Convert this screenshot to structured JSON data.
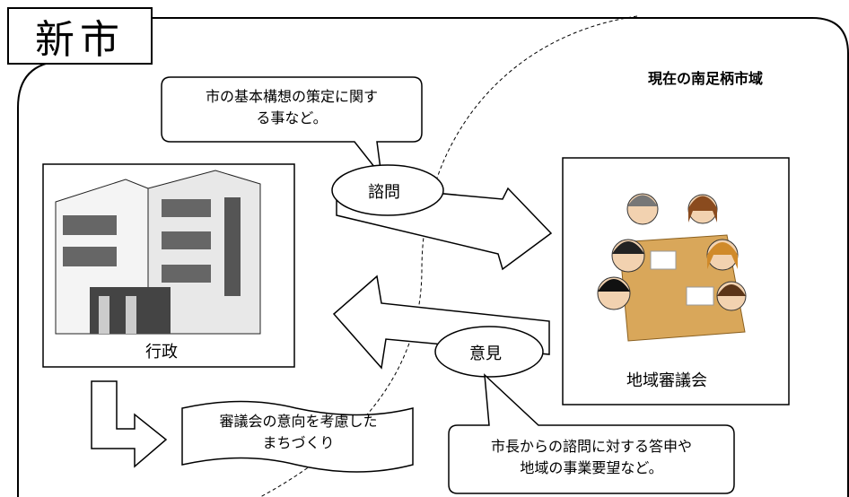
{
  "title": "新市",
  "region_label": "現在の南足柄市域",
  "consult_bubble": {
    "line1": "市の基本構想の策定に関す",
    "line2": "る事など。"
  },
  "consult_label": "諮問",
  "opinion_label": "意見",
  "gov_label": "行政",
  "council_label": "地域審議会",
  "result_banner": {
    "line1": "審議会の意向を考慮した",
    "line2": "まちづくり"
  },
  "reply_bubble": {
    "line1": "市長からの諮問に対する答申や",
    "line2": "地域の事業要望など。"
  }
}
